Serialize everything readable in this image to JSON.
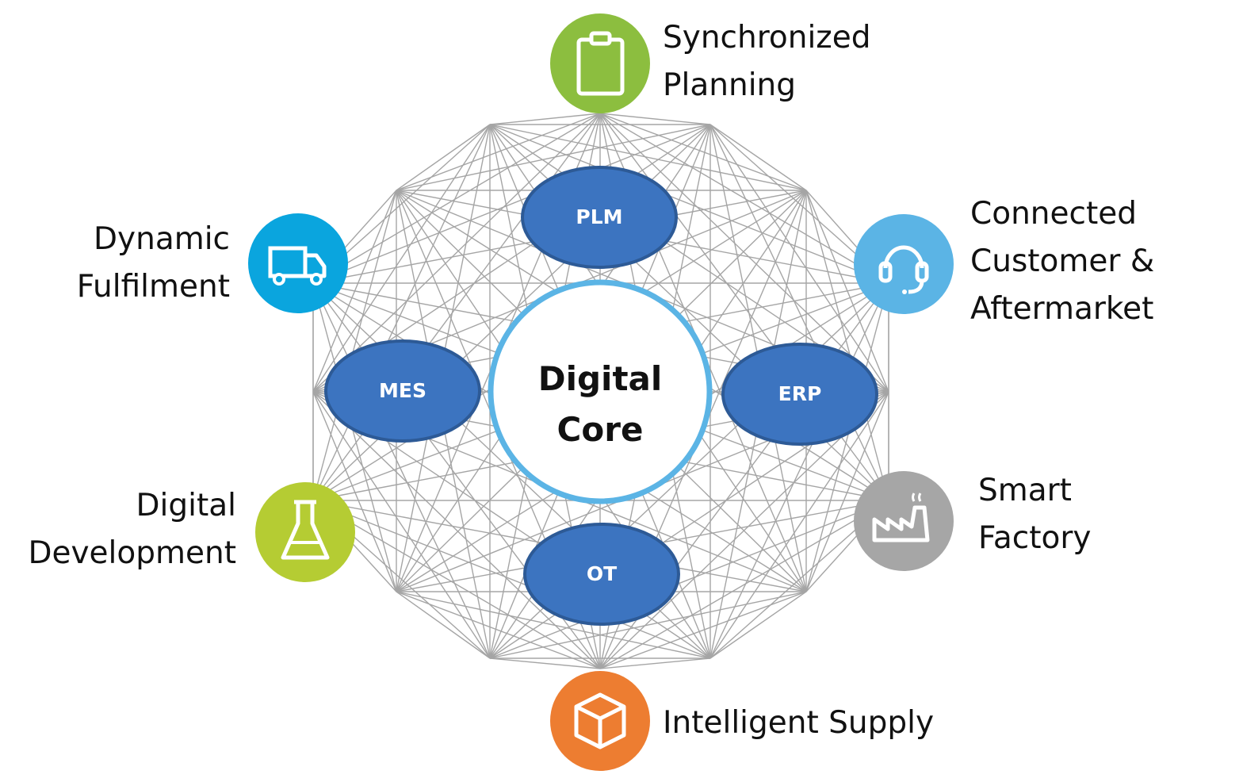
{
  "core": {
    "title_line1": "Digital",
    "title_line2": "Core",
    "ring_color": "#5BB4E5"
  },
  "systems": [
    {
      "id": "plm",
      "label": "PLM",
      "color": "#3C74C0"
    },
    {
      "id": "mes",
      "label": "MES",
      "color": "#3C74C0"
    },
    {
      "id": "erp",
      "label": "ERP",
      "color": "#3C74C0"
    },
    {
      "id": "ot",
      "label": "OT",
      "color": "#3C74C0"
    }
  ],
  "capabilities": [
    {
      "id": "synchronized-planning",
      "icon": "clipboard-icon",
      "color": "#8CBE3F",
      "lines": [
        "Synchronized",
        "Planning"
      ]
    },
    {
      "id": "connected-customer",
      "icon": "headset-icon",
      "color": "#5BB4E5",
      "lines": [
        "Connected",
        "Customer &",
        "Aftermarket"
      ]
    },
    {
      "id": "smart-factory",
      "icon": "factory-icon",
      "color": "#A6A6A6",
      "lines": [
        "Smart",
        "Factory"
      ]
    },
    {
      "id": "intelligent-supply",
      "icon": "box-icon",
      "color": "#ED7D31",
      "lines": [
        "Intelligent Supply"
      ]
    },
    {
      "id": "digital-development",
      "icon": "flask-icon",
      "color": "#B5CC33",
      "lines": [
        "Digital",
        "Development"
      ]
    },
    {
      "id": "dynamic-fulfilment",
      "icon": "truck-icon",
      "color": "#0AA5DE",
      "lines": [
        "Dynamic",
        "Fulfilment"
      ]
    }
  ],
  "mesh": {
    "line_color": "#A5A5A5"
  }
}
